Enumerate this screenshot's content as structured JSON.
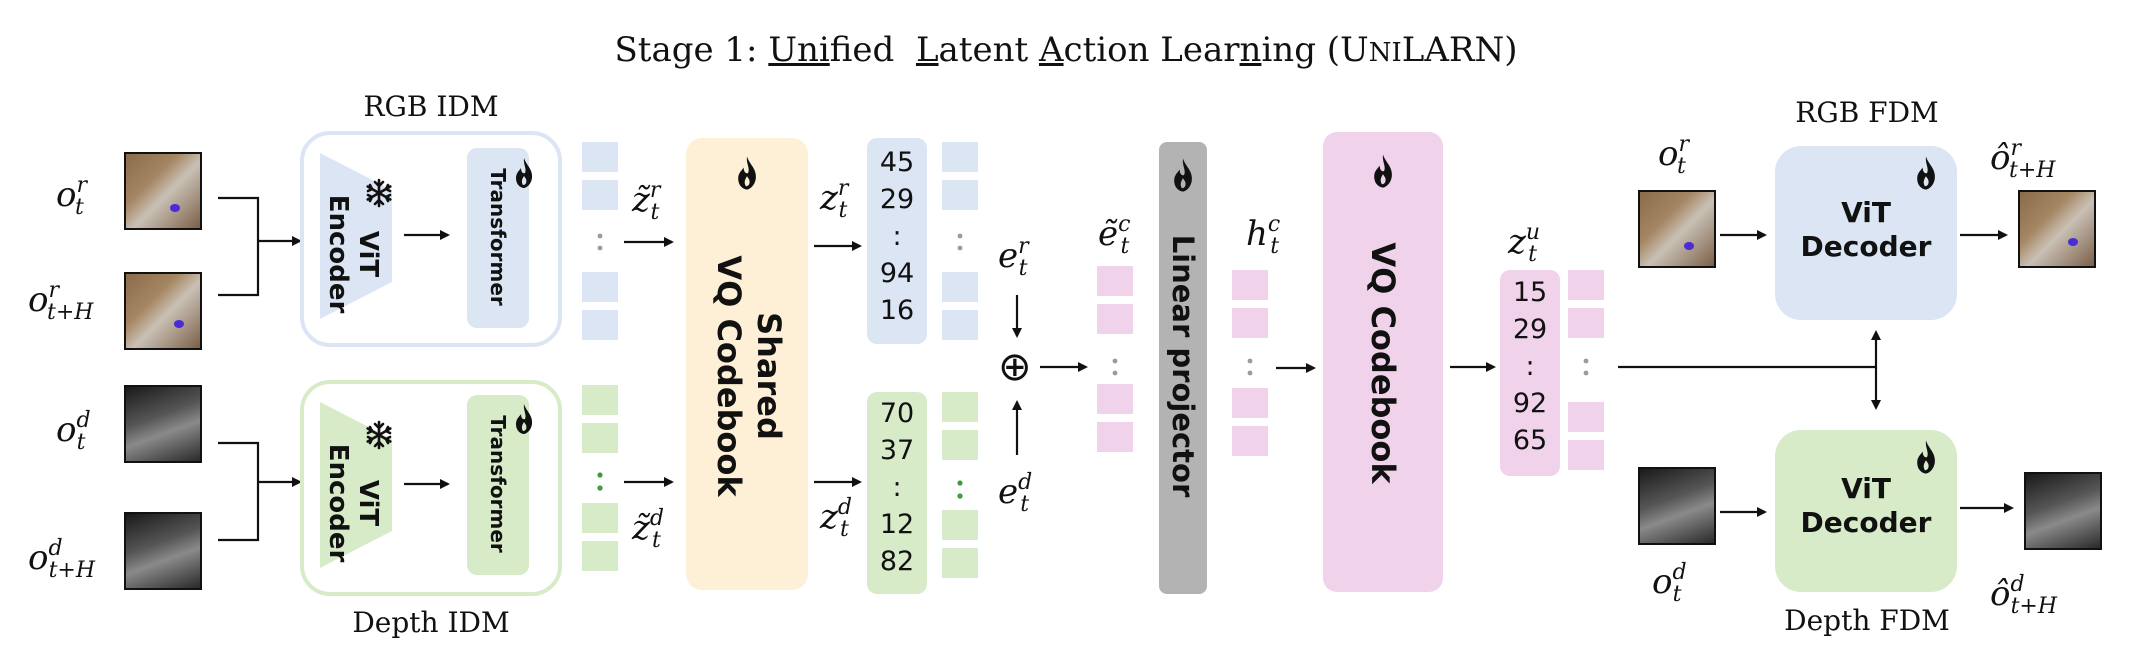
{
  "title": {
    "prefix": "Stage 1: ",
    "w1a": "Uni",
    "w1b": "fied",
    "w2a": "L",
    "w2b": "atent",
    "w3a": "A",
    "w3b": "ction",
    "w4a": "Lear",
    "w4b": "n",
    "w4c": "ing",
    "paren": "(U",
    "parenSmall": "NI",
    "parenEnd": "LARN)"
  },
  "labels": {
    "rgb_idm": "RGB IDM",
    "depth_idm": "Depth IDM",
    "rgb_fdm": "RGB FDM",
    "depth_fdm": "Depth FDM"
  },
  "idm": {
    "encoder_line1": "ViT",
    "encoder_line2": "Encoder",
    "transformer": "Transformer"
  },
  "shared_codebook": {
    "line1": "Shared",
    "line2": "VQ Codebook"
  },
  "linear_projector": "Linear projector",
  "vq_codebook": "VQ Codebook",
  "fdm": {
    "line1": "ViT",
    "line2": "Decoder"
  },
  "codes": {
    "rgb": [
      "45",
      "29",
      ":",
      "94",
      "16"
    ],
    "depth": [
      "70",
      "37",
      ":",
      "12",
      "82"
    ],
    "unified": [
      "15",
      "29",
      ":",
      "92",
      "65"
    ]
  },
  "vdots": ":",
  "oplus": "⊕",
  "math": {
    "o": "o",
    "z": "z",
    "e": "e",
    "h": "h",
    "sub_t": "t",
    "sub_tH": "t+H",
    "sup_r": "r",
    "sup_d": "d",
    "sup_c": "c",
    "sup_u": "u",
    "tilde_z": "z̃",
    "tilde_e": "ẽ",
    "hat_o": "ô"
  },
  "icons": [
    "snowflake-icon",
    "flame-icon"
  ],
  "colors": {
    "rgb_blue": "#dbe5f4",
    "rgb_blue_border": "#c7d6ee",
    "depth_green": "#d7ebc9",
    "depth_green_border": "#c7e2b5",
    "codebook_yellow": "#fdf0d6",
    "pink": "#f0d3ea",
    "gray": "#b3b3b3",
    "flame": "#111111"
  }
}
